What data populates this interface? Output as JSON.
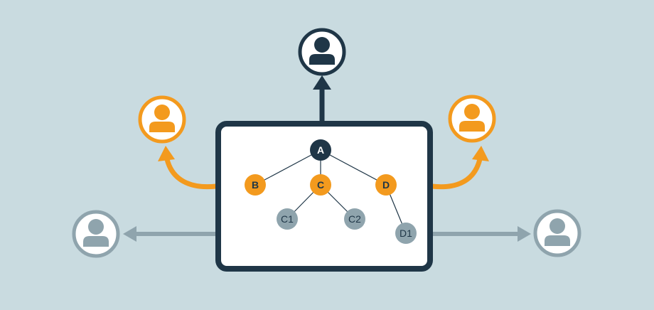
{
  "colors": {
    "background": "#c9dbe0",
    "dark": "#1f3647",
    "orange": "#f39a1e",
    "gray": "#8fa4ad",
    "white": "#ffffff",
    "edge": "#1f3647"
  },
  "icons": {
    "top": "user-avatar-dark",
    "left_upper": "user-avatar-orange",
    "right_upper": "user-avatar-orange",
    "left_lower": "user-avatar-gray",
    "right_lower": "user-avatar-gray"
  },
  "tree": {
    "root": "A",
    "level1": [
      "B",
      "C",
      "D"
    ],
    "level2_c": [
      "C1",
      "C2"
    ],
    "level2_d": [
      "D1"
    ]
  }
}
